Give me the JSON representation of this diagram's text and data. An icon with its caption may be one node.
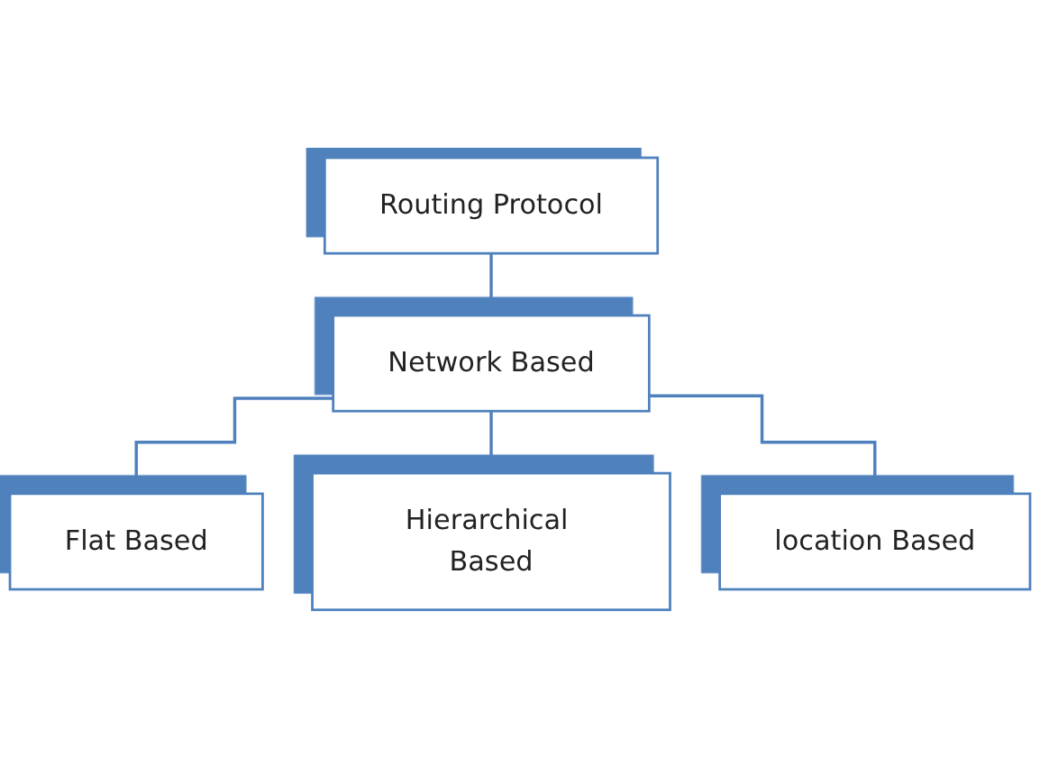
{
  "diagram": {
    "nodes": [
      {
        "text": [
          "Routing Protocol"
        ]
      },
      {
        "text": [
          "Network Based"
        ]
      },
      {
        "text": [
          "Flat Based"
        ]
      },
      {
        "text": [
          "Hierarchical Based"
        ]
      },
      {
        "text": [
          "location Based"
        ]
      }
    ],
    "edges": [
      {
        "from": 0,
        "to": 1,
        "arrow": "none"
      },
      {
        "from": 1,
        "to": 2,
        "arrow": "none"
      },
      {
        "from": 1,
        "to": 3,
        "arrow": "none"
      },
      {
        "from": 1,
        "to": 4,
        "arrow": "none"
      }
    ]
  }
}
